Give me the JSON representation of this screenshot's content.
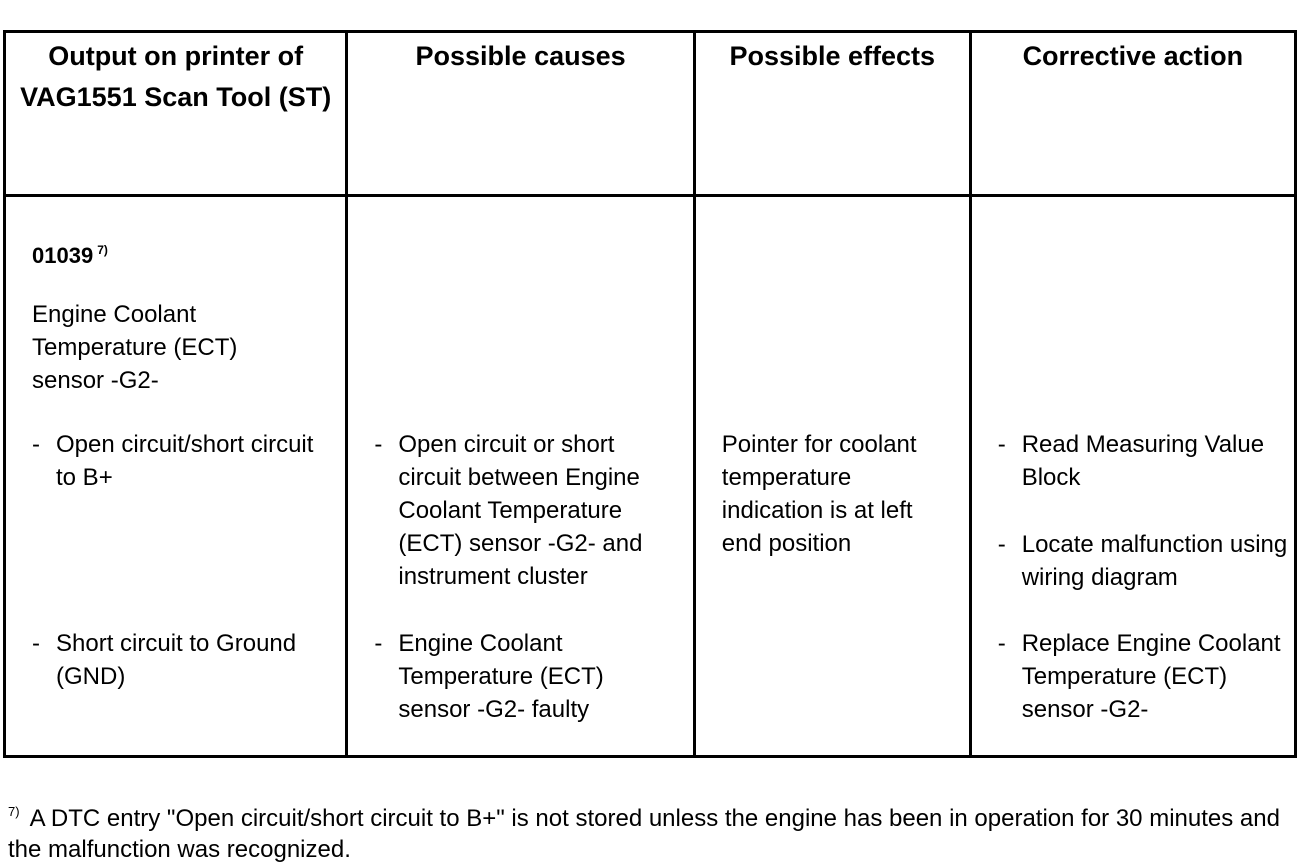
{
  "headers": {
    "output": "Output on printer of VAG1551 Scan Tool (ST)",
    "causes": "Possible causes",
    "effects": "Possible effects",
    "action": "Corrective action"
  },
  "row": {
    "code": "01039",
    "code_ref": "7)",
    "component": "Engine Coolant Temperature (ECT) sensor -G2-",
    "fault1": {
      "output": "Open circuit/short circuit to B+",
      "cause": "Open circuit or short circuit between Engine Coolant Temperature (ECT) sensor -G2- and instrument cluster",
      "effect": "Pointer for coolant temperature indication is at left end position",
      "action1": "Read Measuring Value Block",
      "action2": "Locate malfunction using wiring diagram"
    },
    "fault2": {
      "output": "Short circuit to Ground (GND)",
      "cause": "Engine Coolant Temperature (ECT) sensor -G2-  faulty",
      "action": "Replace Engine Coolant Temperature (ECT) sensor -G2-"
    },
    "dash": "-"
  },
  "footnote": {
    "marker": "7)",
    "text": "A DTC entry \"Open circuit/short circuit to B+\" is not stored unless the engine has been in operation for 30 minutes and the malfunction was recognized."
  }
}
